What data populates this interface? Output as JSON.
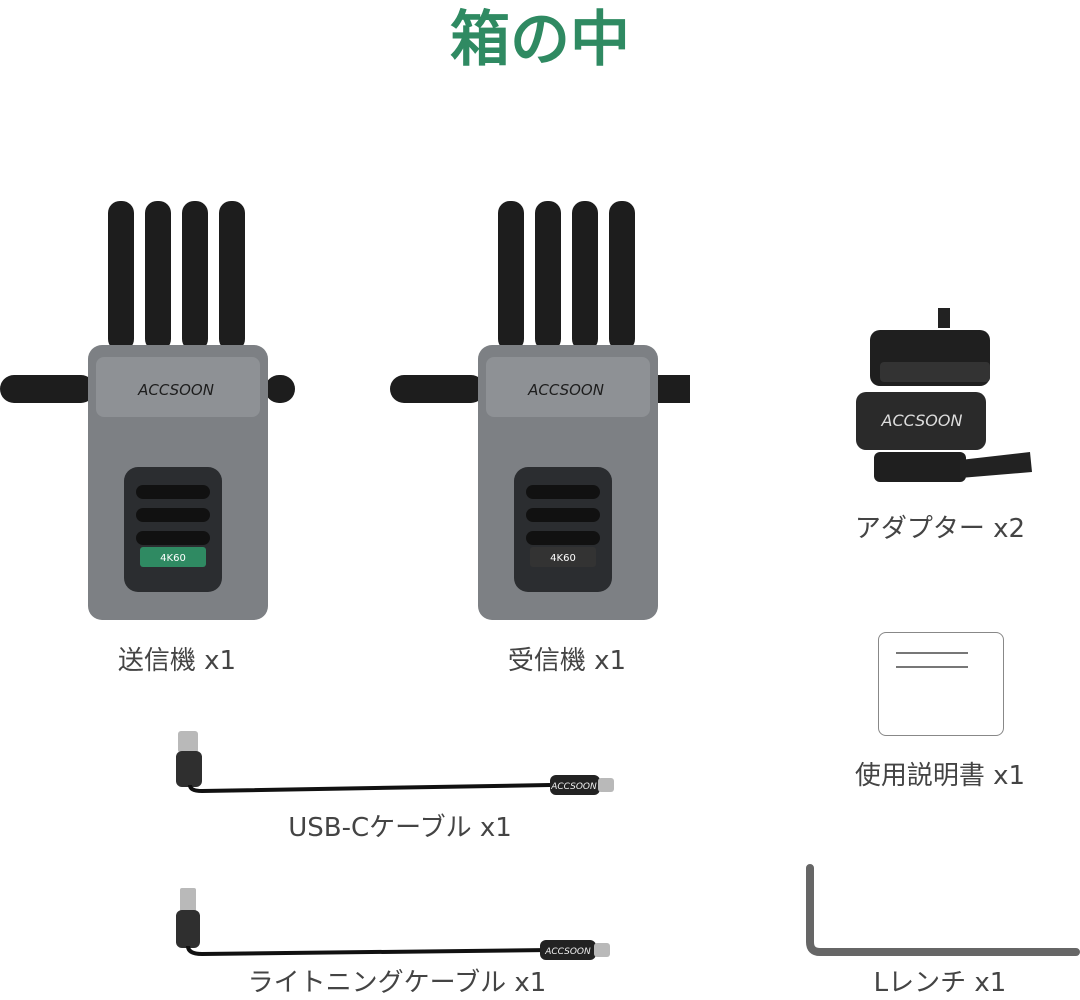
{
  "page": {
    "title": "箱の中",
    "accent_color": "#2f8a62"
  },
  "items": [
    {
      "label": "送信機 x1",
      "brand": "ACCSOON",
      "badge": "4K60",
      "badge_color": "#2f8a62"
    },
    {
      "label": "受信機 x1",
      "brand": "ACCSOON",
      "badge": "4K60",
      "badge_color": "#333333"
    },
    {
      "label": "アダプター x2",
      "brand": "ACCSOON"
    },
    {
      "label": "使用説明書 x1"
    },
    {
      "label": "USB-Cケーブル x1",
      "brand": "ACCSOON"
    },
    {
      "label": "ライトニングケーブル x1",
      "brand": "ACCSOON"
    },
    {
      "label": "Lレンチ x1"
    }
  ]
}
